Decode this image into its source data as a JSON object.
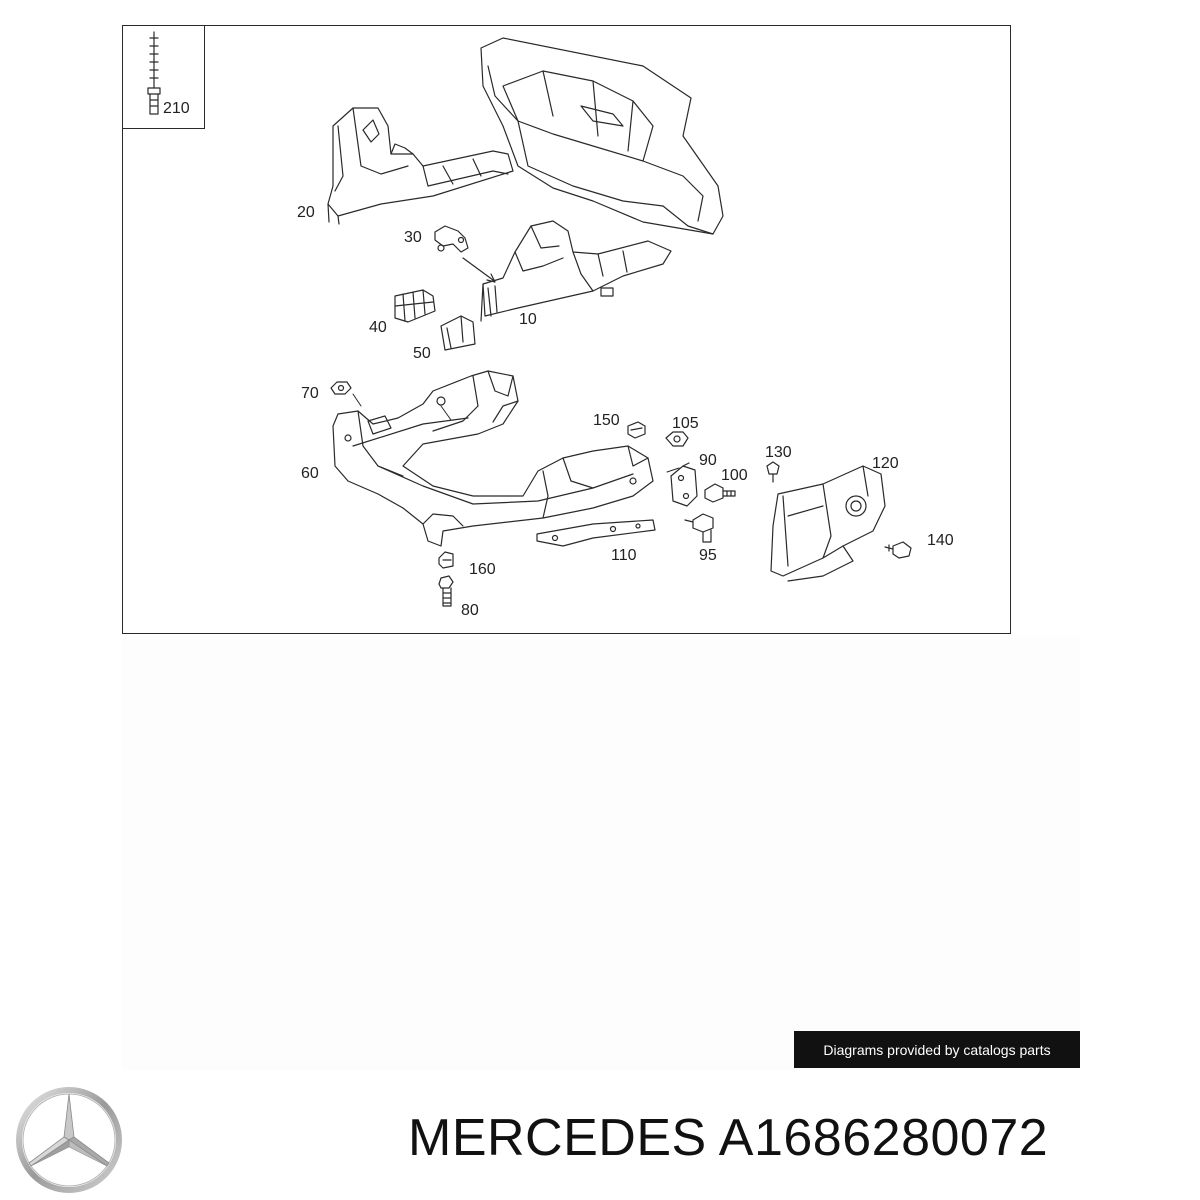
{
  "diagram": {
    "inset_callout": "210",
    "callouts": [
      {
        "id": "20",
        "text": "20"
      },
      {
        "id": "30",
        "text": "30"
      },
      {
        "id": "10",
        "text": "10"
      },
      {
        "id": "40",
        "text": "40"
      },
      {
        "id": "50",
        "text": "50"
      },
      {
        "id": "70",
        "text": "70"
      },
      {
        "id": "60",
        "text": "60"
      },
      {
        "id": "150",
        "text": "150"
      },
      {
        "id": "105",
        "text": "105"
      },
      {
        "id": "90",
        "text": "90"
      },
      {
        "id": "100",
        "text": "100"
      },
      {
        "id": "130",
        "text": "130"
      },
      {
        "id": "120",
        "text": "120"
      },
      {
        "id": "110",
        "text": "110"
      },
      {
        "id": "95",
        "text": "95"
      },
      {
        "id": "140",
        "text": "140"
      },
      {
        "id": "160",
        "text": "160"
      },
      {
        "id": "80",
        "text": "80"
      }
    ]
  },
  "credit": "Diagrams provided by catalogs parts",
  "brand_name": "MERCEDES",
  "part_number": "A1686280072",
  "title_text": "MERCEDES A1686280072",
  "colors": {
    "line": "#2a2a2a",
    "banner_bg": "#111111",
    "banner_text": "#ffffff"
  }
}
